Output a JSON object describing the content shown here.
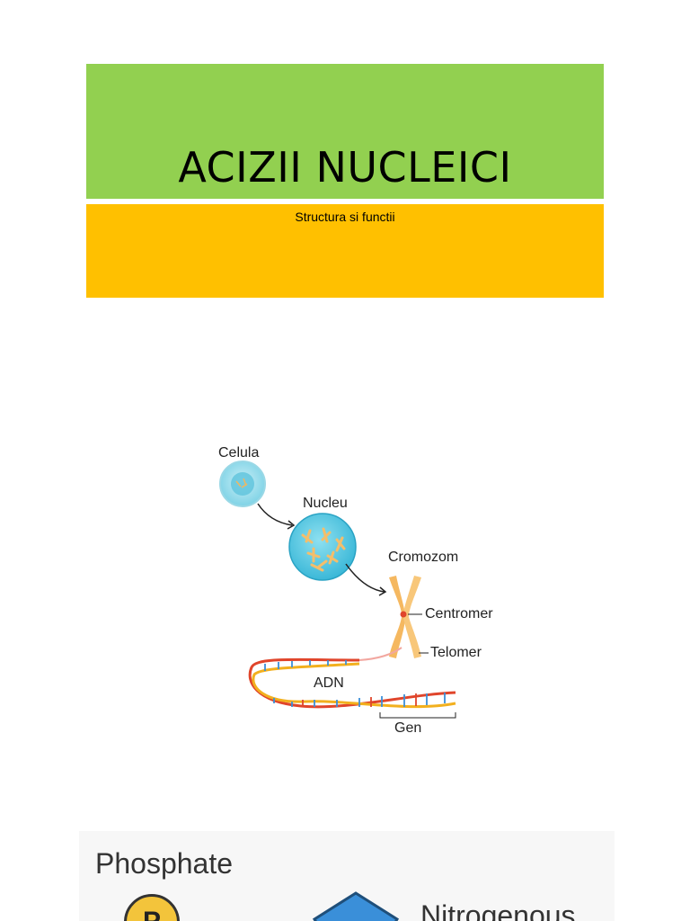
{
  "title": "ACIZII NUCLEICI",
  "subtitle": "Structura si functii",
  "figure1": {
    "labels": {
      "cell": "Celula",
      "nucleus": "Nucleu",
      "chromosome": "Cromozom",
      "centromere": "Centromer",
      "telomere": "Telomer",
      "dna": "ADN",
      "gene": "Gen"
    }
  },
  "figure2": {
    "phosphate_label": "Phosphate",
    "phosphate_symbol": "P",
    "nitrogenous_label": "Nitrogenous"
  },
  "colors": {
    "title_bg": "#92d050",
    "subtitle_bg": "#ffc000",
    "cell_blue": "#7fd3e6",
    "chromosome_orange": "#f5b860",
    "dna_red": "#e0452b",
    "dna_blue": "#3a8fd9",
    "dna_yellow": "#f2b01e"
  }
}
